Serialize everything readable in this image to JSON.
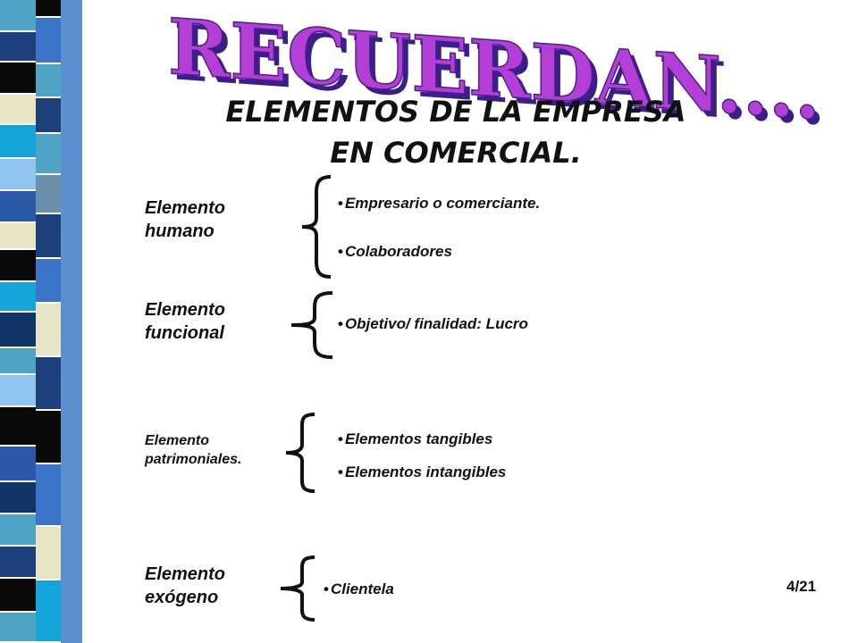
{
  "header": {
    "wordart": "RECUERDAN....",
    "title_line1": "ELEMENTOS DE LA EMPRESA",
    "title_line2": "EN COMERCIAL."
  },
  "groups": [
    {
      "label_line1": "Elemento",
      "label_line2": "humano",
      "items": [
        "Empresario o comerciante.",
        "Colaboradores"
      ]
    },
    {
      "label_line1": "Elemento",
      "label_line2": "funcional",
      "items": [
        "Objetivo/ finalidad: Lucro"
      ]
    },
    {
      "label_line1": "Elemento",
      "label_line2": "patrimoniales.",
      "items": [
        "Elementos tangibles",
        "Elementos intangibles"
      ]
    },
    {
      "label_line1": "Elemento",
      "label_line2": "exógeno",
      "items": [
        "Clientela"
      ]
    }
  ],
  "bullet_char": "•",
  "page_indicator": "4/21",
  "colors": {
    "wordart_fill": "#b33fd6",
    "wordart_shadow": "#3a1f8a",
    "strip": [
      "#0a0a0a",
      "#4fa3c4",
      "#1d3f7a",
      "#3b73c7",
      "#e6e6c6",
      "#15a5d9",
      "#6a8fa8",
      "#8fc4ef",
      "#2a5aa8",
      "#0f3566"
    ]
  }
}
